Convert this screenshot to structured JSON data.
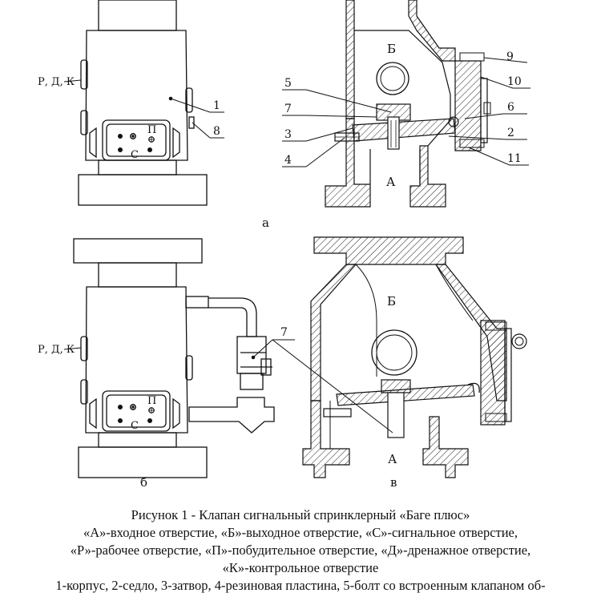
{
  "figure": {
    "title": "Рисунок 1 - Клапан сигнальный спринклерный «Баге плюс»",
    "legend_lines": [
      "«А»-входное отверстие, «Б»-выходное отверстие, «С»-сигнальное отверстие,",
      "«Р»-рабочее отверстие, «П»-побудительное отверстие, «Д»-дренажное отверстие,",
      "«К»-контрольное отверстие",
      "1-корпус, 2-седло, 3-затвор, 4-резиновая пластина, 5-болт со встроенным клапаном об-"
    ]
  },
  "views": {
    "a": {
      "label": "а",
      "side_label": "Р, Д, К",
      "port_p": "П",
      "port_c": "С"
    },
    "b": {
      "label": "б",
      "side_label": "Р, Д, К",
      "port_p": "П",
      "port_c": "С"
    },
    "v": {
      "label": "в"
    }
  },
  "section_top": {
    "zone_b": "Б",
    "zone_a": "А",
    "callouts": [
      "5",
      "7",
      "3",
      "4",
      "1",
      "8",
      "9",
      "10",
      "6",
      "2",
      "11"
    ]
  },
  "section_bottom": {
    "zone_b": "Б",
    "zone_a": "А",
    "callout": "7"
  }
}
